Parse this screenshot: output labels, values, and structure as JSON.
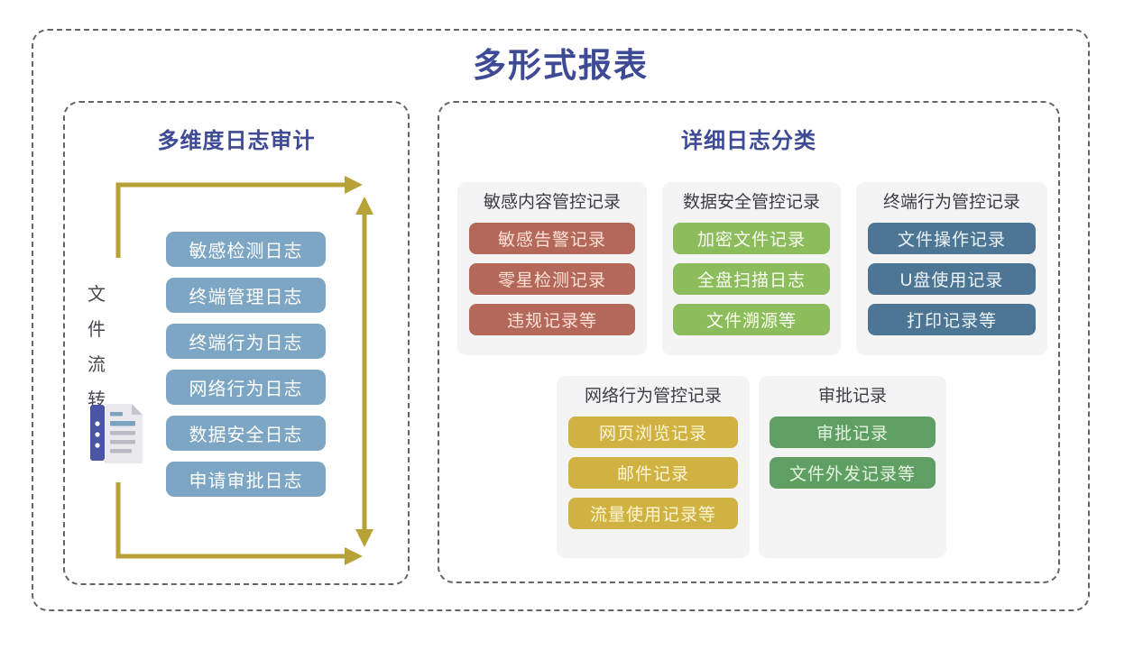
{
  "page_title": "多形式报表",
  "left_panel": {
    "title": "多维度日志审计",
    "flow_label": "文件流转",
    "flow_chars": [
      "文",
      "件",
      "流",
      "转"
    ],
    "logs": [
      "敏感检测日志",
      "终端管理日志",
      "终端行为日志",
      "网络行为日志",
      "数据安全日志",
      "申请审批日志"
    ]
  },
  "right_panel": {
    "title": "详细日志分类",
    "categories": [
      {
        "title": "敏感内容管控记录",
        "items": [
          "敏感告警记录",
          "零星检测记录",
          "违规记录等"
        ],
        "accent": "#b4685a"
      },
      {
        "title": "数据安全管控记录",
        "items": [
          "加密文件记录",
          "全盘扫描日志",
          "文件溯源等"
        ],
        "accent": "#8cbc5c"
      },
      {
        "title": "终端行为管控记录",
        "items": [
          "文件操作记录",
          "U盘使用记录",
          "打印记录等"
        ],
        "accent": "#4d7695"
      },
      {
        "title": "网络行为管控记录",
        "items": [
          "网页浏览记录",
          "邮件记录",
          "流量使用记录等"
        ],
        "accent": "#d0b243"
      },
      {
        "title": "审批记录",
        "items": [
          "审批记录",
          "文件外发记录等"
        ],
        "accent": "#609f63"
      }
    ]
  },
  "colors": {
    "title_navy": "#3e4a94",
    "arrow_gold": "#b7a238",
    "log_box_blue": "#7ca6c4",
    "card_background": "#f4f4f5",
    "dashed_border_gray": "#62656a"
  }
}
